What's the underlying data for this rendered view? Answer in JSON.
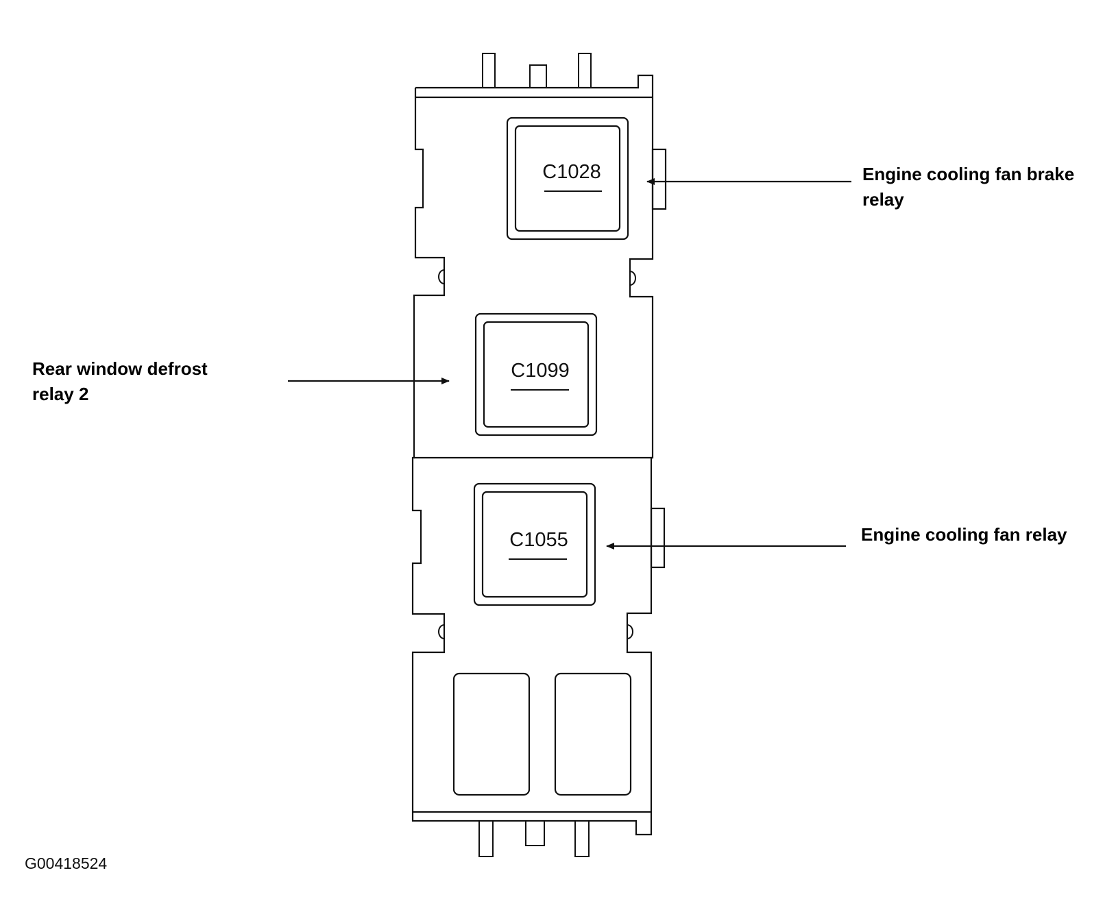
{
  "relays": {
    "top": {
      "code": "C1028"
    },
    "middle": {
      "code": "C1099"
    },
    "lower": {
      "code": "C1055"
    }
  },
  "callouts": {
    "brake_relay": {
      "line1": "Engine cooling fan brake",
      "line2": "relay"
    },
    "defrost_relay": {
      "line1": "Rear window defrost",
      "line2": "relay 2"
    },
    "fan_relay": {
      "line1": "Engine cooling fan relay"
    }
  },
  "figure_id": "G00418524"
}
